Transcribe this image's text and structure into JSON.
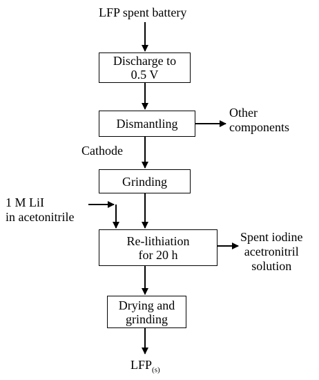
{
  "diagram": {
    "start_label": "LFP spent battery",
    "steps": [
      {
        "label": "Discharge to\n0.5 V"
      },
      {
        "label": "Dismantling"
      },
      {
        "label": "Grinding"
      },
      {
        "label": "Re-lithiation\nfor 20 h"
      },
      {
        "label": "Drying and\ngrinding"
      }
    ],
    "side_outputs": {
      "other_components": "Other\ncomponents",
      "cathode": "Cathode",
      "spent_solution": "Spent iodine\nacetronitril\nsolution"
    },
    "side_input": "1 M LiI\nin acetonitrile",
    "product": {
      "main": "LFP",
      "sub": "(s)"
    }
  }
}
